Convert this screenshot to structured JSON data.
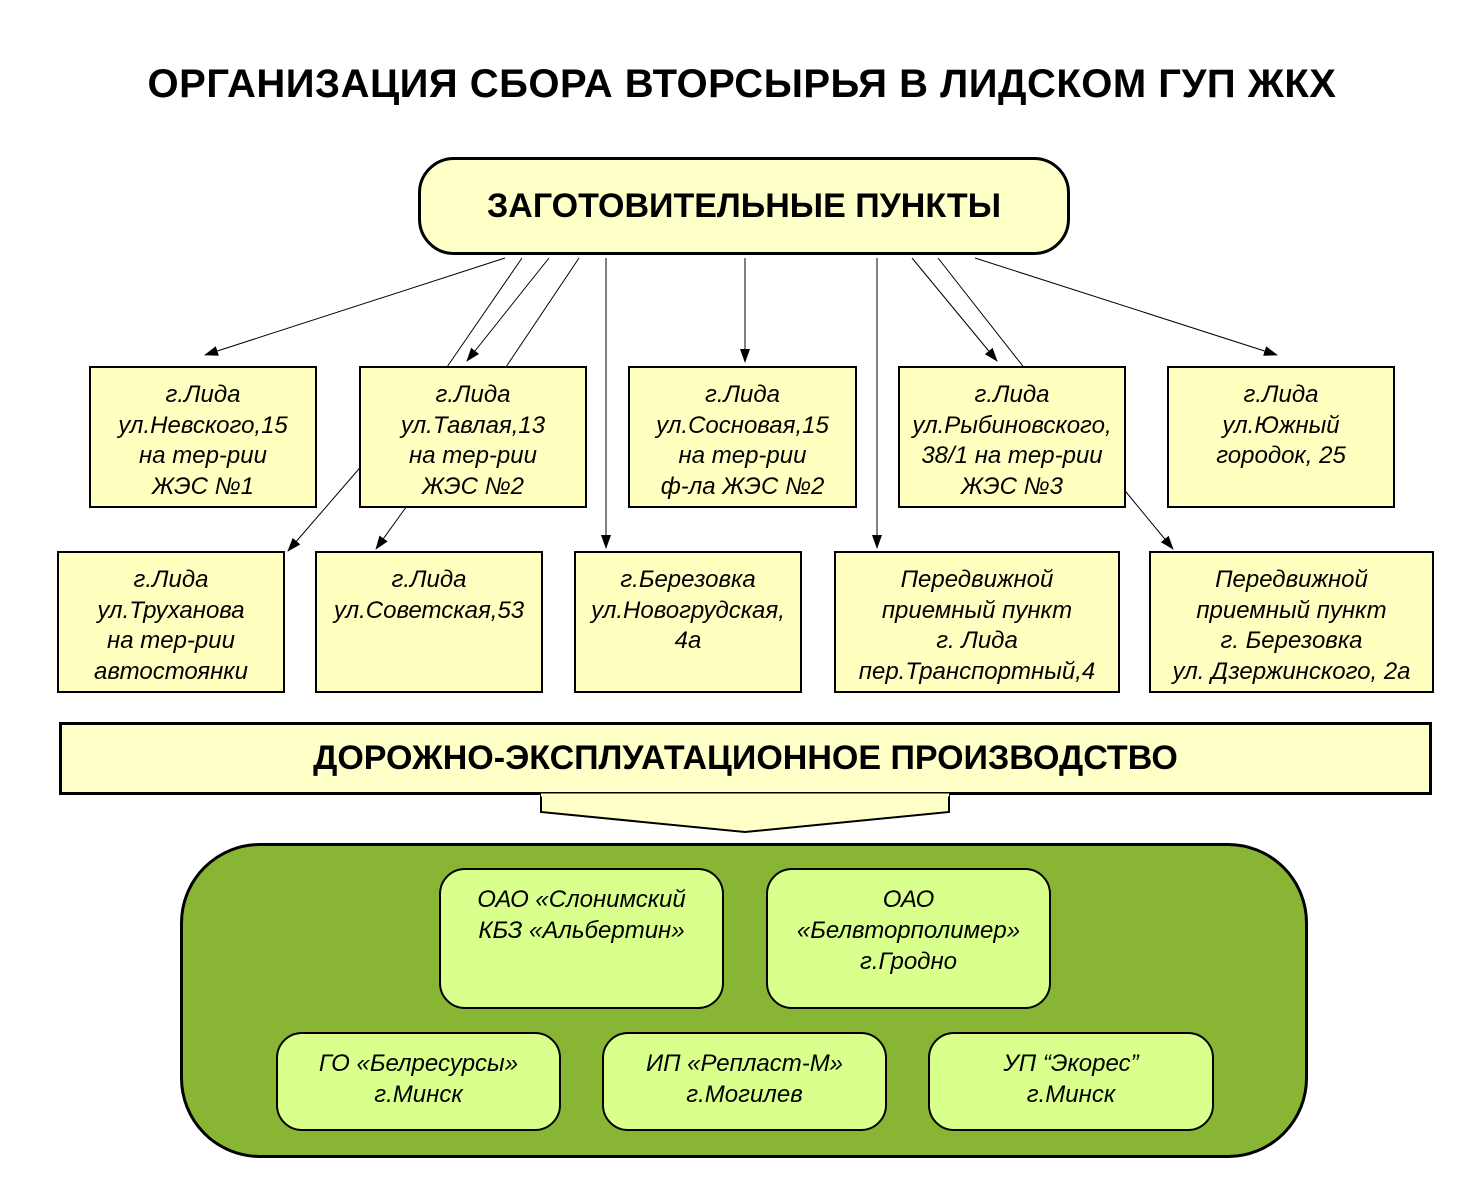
{
  "title": "ОРГАНИЗАЦИЯ СБОРА ВТОРСЫРЬЯ В ЛИДСКОМ ГУП ЖКХ",
  "hub": {
    "label": "ЗАГОТОВИТЕЛЬНЫЕ ПУНКТЫ"
  },
  "points_row1": [
    {
      "lines": [
        "г.Лида",
        "ул.Невского,15",
        "на тер-рии",
        "ЖЭС №1"
      ]
    },
    {
      "lines": [
        "г.Лида",
        "ул.Тавлая,13",
        "на тер-рии",
        "ЖЭС №2"
      ]
    },
    {
      "lines": [
        "г.Лида",
        "ул.Сосновая,15",
        "на тер-рии",
        "ф-ла ЖЭС №2"
      ]
    },
    {
      "lines": [
        "г.Лида",
        "ул.Рыбиновского,",
        "38/1 на тер-рии",
        "ЖЭС №3"
      ]
    },
    {
      "lines": [
        "г.Лида",
        "ул.Южный",
        "городок, 25"
      ]
    }
  ],
  "points_row2": [
    {
      "lines": [
        "г.Лида",
        "ул.Труханова",
        "на тер-рии",
        "автостоянки"
      ]
    },
    {
      "lines": [
        "г.Лида",
        "ул.Советская,53"
      ]
    },
    {
      "lines": [
        "г.Березовка",
        "ул.Новогрудская,",
        "4а"
      ]
    },
    {
      "lines": [
        "Передвижной",
        "приемный пункт",
        "г. Лида",
        "пер.Транспортный,4"
      ]
    },
    {
      "lines": [
        "Передвижной",
        "приемный пункт",
        "г. Березовка",
        "ул. Дзержинского, 2а"
      ]
    }
  ],
  "production": {
    "label": "ДОРОЖНО-ЭКСПЛУАТАЦИОННОЕ ПРОИЗВОДСТВО"
  },
  "recipients_row1": [
    {
      "lines": [
        "ОАО «Слонимский",
        "КБЗ «Альбертин»"
      ]
    },
    {
      "lines": [
        "ОАО",
        "«Белвторполимер»",
        "г.Гродно"
      ]
    }
  ],
  "recipients_row2": [
    {
      "lines": [
        "ГО «Белресурсы»",
        "г.Минск"
      ]
    },
    {
      "lines": [
        "ИП «Репласт-М»",
        "г.Могилев"
      ]
    },
    {
      "lines": [
        "УП “Экорес”",
        "г.Минск"
      ]
    }
  ],
  "colors": {
    "point_fill": "#ffffc0",
    "green_area": "#88b634",
    "recipient_fill": "#d9ff8c"
  }
}
